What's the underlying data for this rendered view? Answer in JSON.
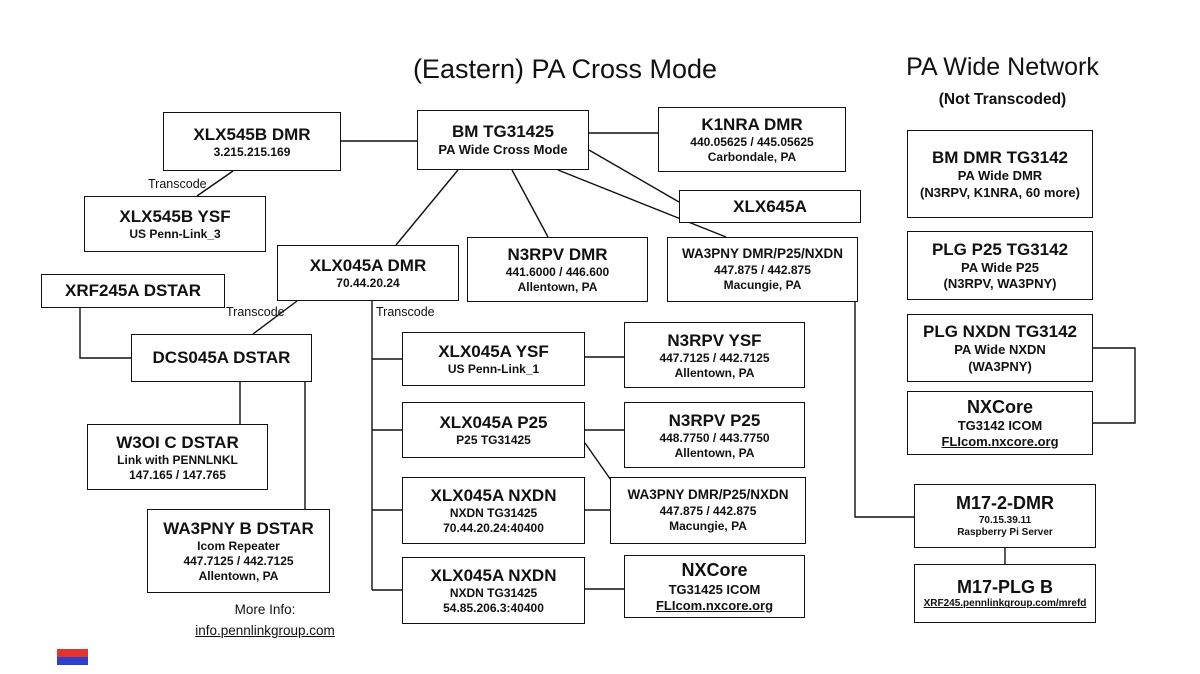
{
  "titles": {
    "main": "(Eastern) PA Cross Mode",
    "network": "PA Wide Network",
    "network_sub": "(Not Transcoded)"
  },
  "annotations": {
    "transcode_1": "Transcode",
    "transcode_2": "Transcode",
    "transcode_3": "Transcode",
    "more_info_label": "More Info:",
    "more_info_link": "info.pennlinkgroup.com"
  },
  "decoration": {
    "corner_logo_red": "#e5332e",
    "corner_logo_blue": "#2f3fcd"
  },
  "nodes": {
    "xlx545b_dmr": {
      "title": "XLX545B DMR",
      "subs": [
        "3.215.215.169"
      ]
    },
    "bm_tg31425": {
      "title": "BM TG31425",
      "subs": [
        "PA Wide Cross Mode"
      ]
    },
    "k1nra_dmr": {
      "title": "K1NRA DMR",
      "subs": [
        "440.05625 / 445.05625",
        "Carbondale, PA"
      ]
    },
    "xlx645a": {
      "title": "XLX645A"
    },
    "xlx545b_ysf": {
      "title": "XLX545B YSF",
      "subs": [
        "US Penn-Link_3"
      ]
    },
    "xrf245a_dstar": {
      "title": "XRF245A DSTAR"
    },
    "xlx045a_dmr": {
      "title": "XLX045A DMR",
      "subs": [
        "70.44.20.24"
      ]
    },
    "n3rpv_dmr": {
      "title": "N3RPV DMR",
      "subs": [
        "441.6000 / 446.600",
        "Allentown, PA"
      ]
    },
    "wa3pny_multi_top": {
      "title": "WA3PNY DMR/P25/NXDN",
      "subs": [
        "447.875 / 442.875",
        "Macungie, PA"
      ]
    },
    "dcs045a_dstar": {
      "title": "DCS045A DSTAR"
    },
    "w3oi_c_dstar": {
      "title": "W3OI C DSTAR",
      "subs": [
        "Link with PENNLNKL",
        "147.165 / 147.765"
      ]
    },
    "wa3pny_b_dstar": {
      "title": "WA3PNY B DSTAR",
      "subs": [
        "Icom Repeater",
        "447.7125 / 442.7125",
        "Allentown, PA"
      ]
    },
    "xlx045a_ysf": {
      "title": "XLX045A YSF",
      "subs": [
        "US Penn-Link_1"
      ]
    },
    "n3rpv_ysf": {
      "title": "N3RPV YSF",
      "subs": [
        "447.7125 / 442.7125",
        "Allentown, PA"
      ]
    },
    "xlx045a_p25": {
      "title": "XLX045A P25",
      "subs": [
        "P25 TG31425"
      ]
    },
    "n3rpv_p25": {
      "title": "N3RPV P25",
      "subs": [
        "448.7750 / 443.7750",
        "Allentown, PA"
      ]
    },
    "xlx045a_nxdn_1": {
      "title": "XLX045A NXDN",
      "subs": [
        "NXDN TG31425",
        "70.44.20.24:40400"
      ]
    },
    "wa3pny_multi_bottom": {
      "title": "WA3PNY DMR/P25/NXDN",
      "subs": [
        "447.875 / 442.875",
        "Macungie, PA"
      ]
    },
    "xlx045a_nxdn_2": {
      "title": "XLX045A NXDN",
      "subs": [
        "NXDN TG31425",
        "54.85.206.3:40400"
      ]
    },
    "nxcore_mid": {
      "title": "NXCore",
      "subs": [
        "TG31425 ICOM"
      ],
      "link": "FLIcom.nxcore.org"
    },
    "bm_dmr_tg3142": {
      "title": "BM DMR TG3142",
      "subs": [
        "PA Wide DMR",
        "(N3RPV, K1NRA, 60 more)"
      ]
    },
    "plg_p25_tg3142": {
      "title": "PLG P25 TG3142",
      "subs": [
        "PA Wide P25",
        "(N3RPV, WA3PNY)"
      ]
    },
    "plg_nxdn_tg3142": {
      "title": "PLG NXDN TG3142",
      "subs": [
        "PA Wide NXDN",
        "(WA3PNY)"
      ]
    },
    "nxcore_right": {
      "title": "NXCore",
      "subs": [
        "TG3142 ICOM"
      ],
      "link": "FLIcom.nxcore.org"
    },
    "m17_2_dmr": {
      "title": "M17-2-DMR",
      "subs": [
        "70.15.39.11",
        "Raspberry Pi Server"
      ]
    },
    "m17_plg_b": {
      "title": "M17-PLG B",
      "link": "XRF245.pennlinkgroup.com/mrefd"
    }
  }
}
